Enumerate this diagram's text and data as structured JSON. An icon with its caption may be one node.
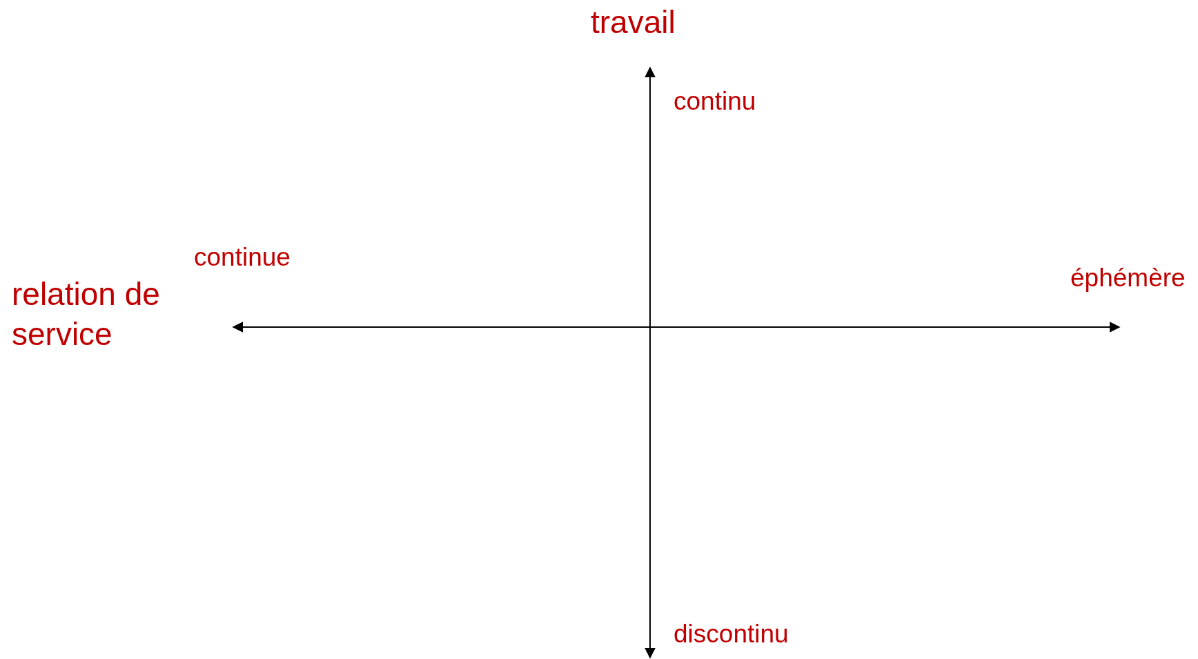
{
  "diagram": {
    "labels": [
      "travail",
      "continu",
      "continue",
      "éphémère",
      "relation de service",
      "discontinu"
    ]
  }
}
